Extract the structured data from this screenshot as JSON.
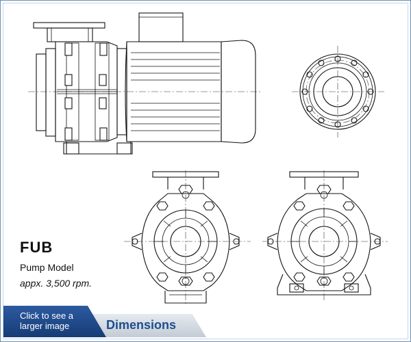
{
  "product": {
    "code": "FUB",
    "label": "Pump Model",
    "speed": "appx. 3,500 rpm."
  },
  "actions": {
    "enlarge_label": "Click to see a larger image",
    "dimensions_label": "Dimensions"
  },
  "colors": {
    "border": "#6b8fb5",
    "button_blue": "#1f4a8c",
    "tab_grey": "#d2d8e0",
    "tab_text": "#1d4e8f",
    "drawing_line": "#111111"
  },
  "views": [
    "pump-side-view",
    "flange-view",
    "pump-front-view-left",
    "pump-front-view-right"
  ]
}
